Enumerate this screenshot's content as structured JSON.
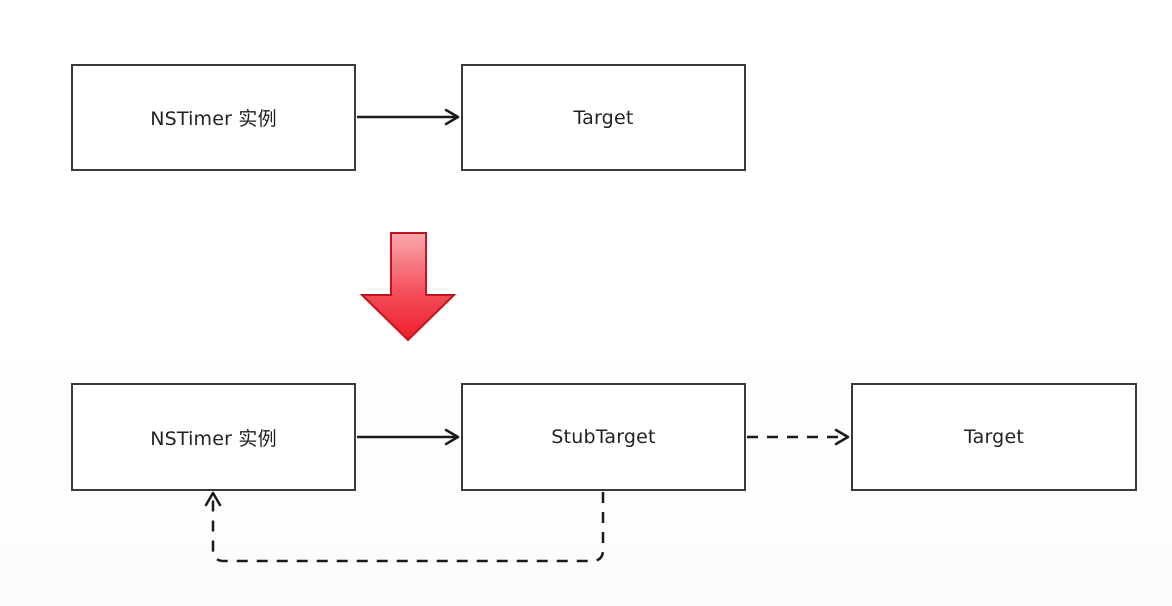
{
  "diagram": {
    "before": {
      "timer_label": "NSTimer 实例",
      "target_label": "Target"
    },
    "after": {
      "timer_label": "NSTimer 实例",
      "stub_label": "StubTarget",
      "target_label": "Target"
    },
    "colors": {
      "box_border": "#3a3a3a",
      "connector": "#1a1a1a",
      "transform_arrow_fill_top": "#f9a9ae",
      "transform_arrow_fill_bottom": "#ee1c2c",
      "transform_arrow_stroke": "#c4141f"
    }
  }
}
